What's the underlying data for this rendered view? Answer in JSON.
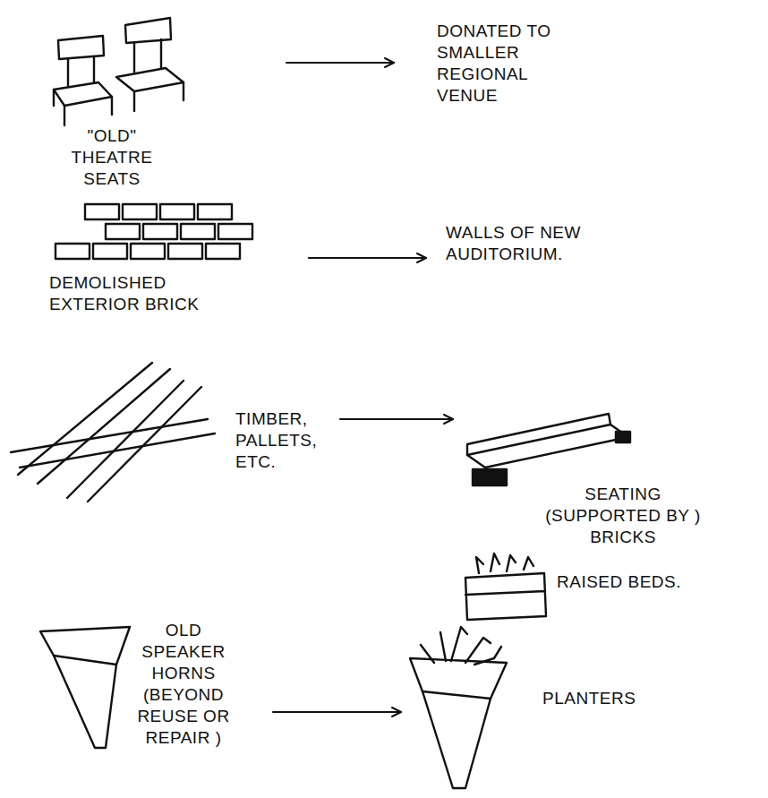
{
  "diagram": {
    "nodes": [
      {
        "text": [
          "\"OLD\" THEATRE SEATS"
        ]
      },
      {
        "text": [
          "DONATED TO SMALLER REGIONAL VENUE"
        ]
      },
      {
        "text": [
          "DEMOLISHED EXTERIOR BRICK"
        ]
      },
      {
        "text": [
          "WALLS OF NEW AUDITORIUM."
        ]
      },
      {
        "text": [
          "TIMBER, PALLETS, ETC."
        ]
      },
      {
        "text": [
          "SEATING (SUPPORTED BY ) BRICKS"
        ]
      },
      {
        "text": [
          "RAISED BEDS."
        ]
      },
      {
        "text": [
          "OLD SPEAKER HORNS (BEYOND REUSE OR REPAIR )"
        ]
      },
      {
        "text": [
          "PLANTERS"
        ]
      }
    ],
    "edges": [
      {
        "from": 0,
        "to": 1,
        "arrow": "to"
      },
      {
        "from": 2,
        "to": 3,
        "arrow": "to"
      },
      {
        "from": 4,
        "to": 5,
        "arrow": "to"
      },
      {
        "from": 7,
        "to": 8,
        "arrow": "to"
      }
    ]
  }
}
